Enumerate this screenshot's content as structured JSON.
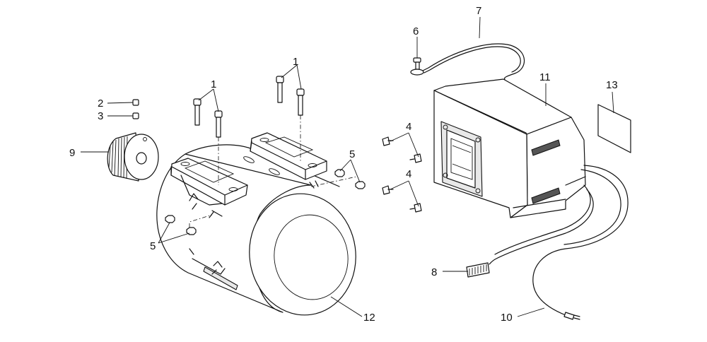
{
  "callouts": [
    {
      "id": "c1a",
      "text": "1"
    },
    {
      "id": "c1b",
      "text": "1"
    },
    {
      "id": "c2",
      "text": "2"
    },
    {
      "id": "c3",
      "text": "3"
    },
    {
      "id": "c4a",
      "text": "4"
    },
    {
      "id": "c4b",
      "text": "4"
    },
    {
      "id": "c5a",
      "text": "5"
    },
    {
      "id": "c5b",
      "text": "5"
    },
    {
      "id": "c6",
      "text": "6"
    },
    {
      "id": "c7",
      "text": "7"
    },
    {
      "id": "c8",
      "text": "8"
    },
    {
      "id": "c9",
      "text": "9"
    },
    {
      "id": "c10",
      "text": "10"
    },
    {
      "id": "c11",
      "text": "11"
    },
    {
      "id": "c12",
      "text": "12"
    },
    {
      "id": "c13",
      "text": "13"
    }
  ]
}
